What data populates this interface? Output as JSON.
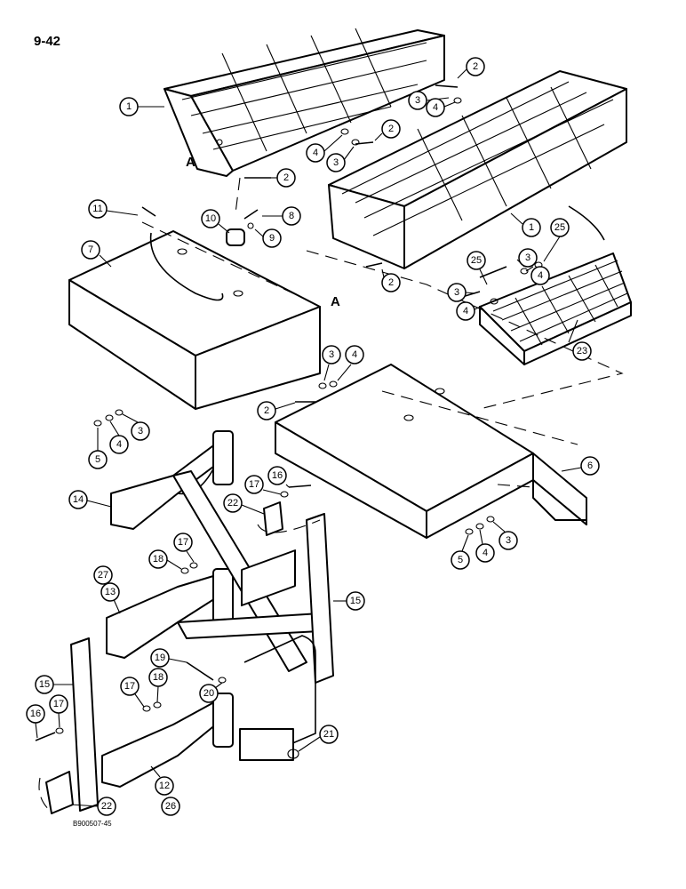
{
  "page": {
    "number": "9-42",
    "figure_id": "B900507-45"
  },
  "section_marks": [
    "A",
    "A"
  ],
  "callouts": [
    "1",
    "2",
    "2",
    "2",
    "2",
    "3",
    "4",
    "2",
    "4",
    "3",
    "2",
    "1",
    "25",
    "3",
    "4",
    "25",
    "3",
    "4",
    "23",
    "11",
    "10",
    "8",
    "9",
    "7",
    "3",
    "4",
    "2",
    "5",
    "4",
    "3",
    "6",
    "14",
    "16",
    "17",
    "22",
    "17",
    "18",
    "27",
    "13",
    "15",
    "19",
    "20",
    "17",
    "18",
    "15",
    "16",
    "17",
    "22",
    "12",
    "26",
    "21",
    "5",
    "4",
    "3"
  ]
}
